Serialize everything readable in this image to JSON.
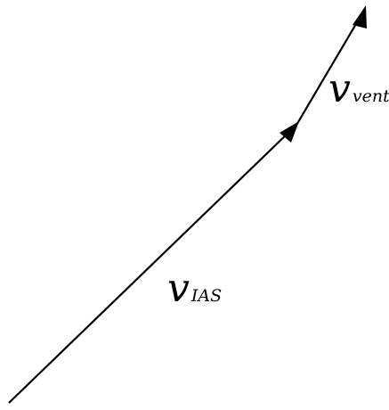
{
  "diagram": {
    "labels": {
      "v_ias": {
        "base": "v",
        "subscript": "IAS"
      },
      "v_vent": {
        "base": "v",
        "subscript": "vent"
      }
    },
    "colors": {
      "stroke": "#000000",
      "background": "#ffffff"
    }
  }
}
